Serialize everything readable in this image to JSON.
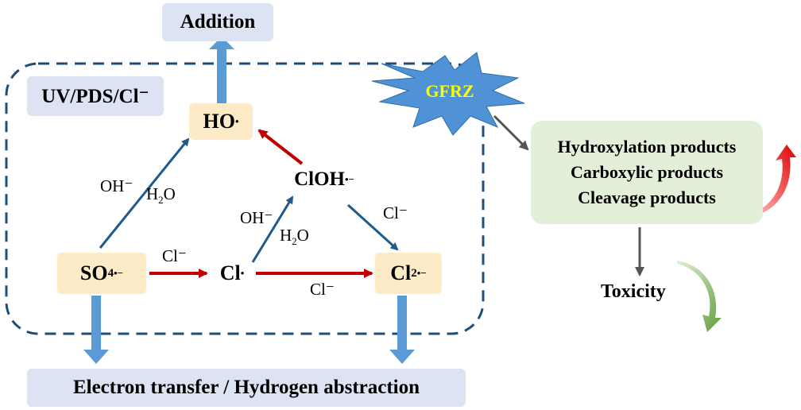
{
  "title_top": "Addition",
  "system_label": "UV/PDS/Cl⁻",
  "pollutant": "GFRZ",
  "bottom_label": "Electron transfer / Hydrogen abstraction",
  "species": {
    "ho": "HO",
    "so4_base": "SO",
    "so4_sub": "4",
    "cl": "Cl",
    "cloh": "ClOH",
    "cl2_base": "Cl",
    "cl2_sub": "2",
    "radical_dot": "•",
    "radical_anion": "•−"
  },
  "edge_labels": {
    "so4_to_ho_a": "OH⁻",
    "so4_to_ho_b_base": "H",
    "so4_to_ho_b_sub": "2",
    "so4_to_ho_b_end": "O",
    "so4_to_cl": "Cl⁻",
    "cl_to_cloh_a": "OH⁻",
    "cl_to_cloh_b_base": "H",
    "cl_to_cloh_b_sub": "2",
    "cl_to_cloh_b_end": "O",
    "cloh_to_cl2": "Cl⁻",
    "cl_to_cl2": "Cl⁻"
  },
  "products": [
    "Hydroxylation products",
    "Carboxylic products",
    "Cleavage products"
  ],
  "toxicity": "Toxicity",
  "colors": {
    "blue_box": "#dce3f2",
    "yellow_box": "#fdebc8",
    "green_box": "#e2f0d9",
    "dashed_border": "#1f4e79",
    "blue_arrow": "#1f5a8c",
    "red_arrow": "#c00000",
    "thick_arrow": "#5b9bd5",
    "star": "#4f93d6",
    "star_text": "#ffff00",
    "up_arrow": "#e00000",
    "down_arrow": "#70ad47"
  }
}
